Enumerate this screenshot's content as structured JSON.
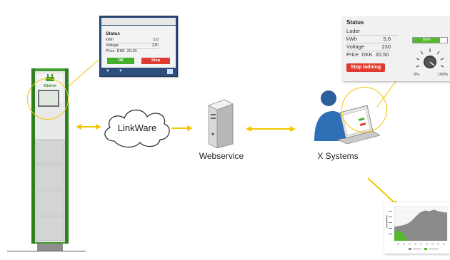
{
  "colors": {
    "station_green": "#3f9b2a",
    "arrow_yellow": "#f2c700",
    "stop_red": "#e03a2f",
    "ok_green": "#42b02c",
    "chart_green": "#55b92d",
    "chart_gray": "#8a8a8a"
  },
  "labels": {
    "linkware": "LinkWare",
    "webservice": "Webservice",
    "x_systems": "X Systems"
  },
  "station": {
    "brand": "Elbiltek"
  },
  "kiosk": {
    "status_title": "Status",
    "kwh_label": "kWh",
    "kwh_value": "5,6",
    "voltage_label": "Voltage",
    "voltage_value": "230",
    "price_label": "Price",
    "price_currency": "DKK",
    "price_value": "20,50",
    "ok_label": "OK",
    "stop_label": "Stop"
  },
  "status_panel": {
    "title": "Status",
    "lader": "Lader",
    "kwh_label": "kWh",
    "kwh_value": "5,6",
    "voltage_label": "Voltage",
    "voltage_value": "230",
    "price_label": "Price",
    "price_currency": "DKK",
    "price_value": "20,50",
    "progress_percent": 80,
    "progress_label": "80%",
    "stop_label": "Stop ladning",
    "knob_min": "0%",
    "knob_max": "100%"
  },
  "chart_data": {
    "type": "area",
    "title": "",
    "xlabel": "",
    "ylabel": "",
    "series": [
      {
        "name": "",
        "values": [
          0.9,
          0.95,
          1.0,
          1.1,
          1.3,
          1.6,
          1.85,
          1.95,
          1.9,
          2.0,
          1.9,
          1.85,
          1.8
        ]
      },
      {
        "name": "",
        "values": [
          0.45,
          0.7,
          0.5,
          0,
          0,
          0,
          0,
          0,
          0,
          0,
          0,
          0,
          0
        ]
      }
    ]
  }
}
